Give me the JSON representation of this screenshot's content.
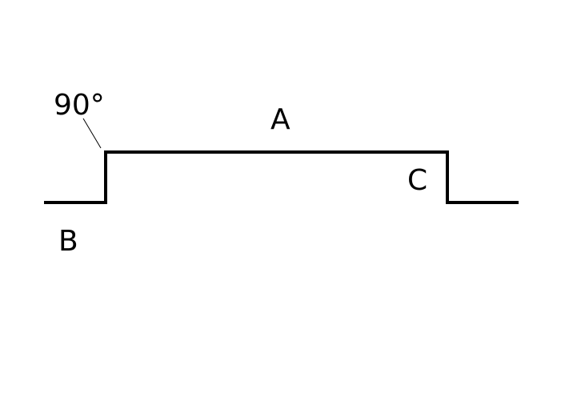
{
  "diagram": {
    "angle_label": "90°",
    "label_a": "A",
    "label_b": "B",
    "label_c": "C",
    "line_color": "#000000",
    "background_color": "#ffffff"
  }
}
